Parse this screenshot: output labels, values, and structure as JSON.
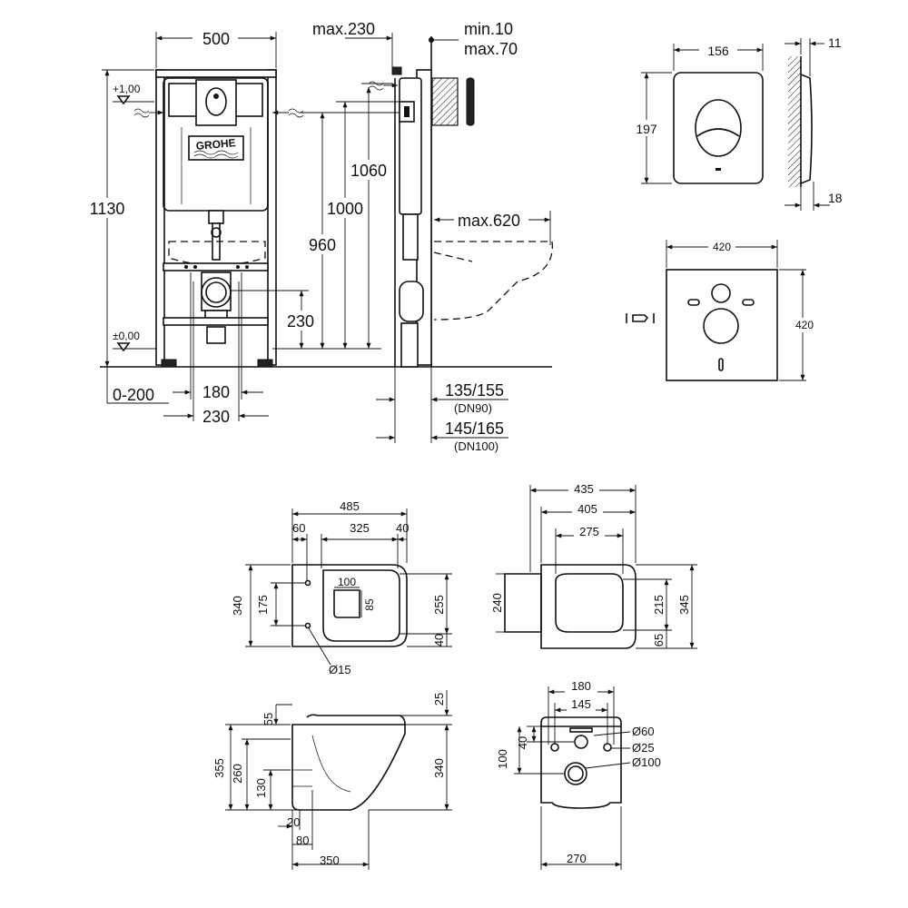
{
  "frame_front": {
    "width": "500",
    "height": "1130",
    "level_top": "+1,00",
    "level_floor": "±0,00",
    "h_230": "230",
    "w_180": "180",
    "w_230": "230",
    "offset": "0-200",
    "brand": "GROHE"
  },
  "frame_side": {
    "max_depth": "max.230",
    "plate_min": "min.10",
    "plate_max": "max.70",
    "h_1060": "1060",
    "h_1000": "1000",
    "h_960": "960",
    "max_620": "max.620",
    "pipe_1": "135/155",
    "pipe_1_note": "(DN90)",
    "pipe_2": "145/165",
    "pipe_2_note": "(DN100)"
  },
  "flush_plate": {
    "width": "156",
    "height": "197",
    "depth_top": "11",
    "depth_bottom": "18"
  },
  "sound_pad": {
    "width": "420",
    "height": "420"
  },
  "wc_top": {
    "total": "485",
    "d_60": "60",
    "d_325": "325",
    "d_40": "40",
    "d_100": "100",
    "d_85": "85",
    "d_340": "340",
    "d_175": "175",
    "d_255": "255",
    "d_40b": "40",
    "hole": "Ø15"
  },
  "seat_top": {
    "d_435": "435",
    "d_405": "405",
    "d_275": "275",
    "d_240": "240",
    "d_215": "215",
    "d_345": "345",
    "d_65": "65"
  },
  "wc_side": {
    "d_25": "25",
    "d_55": "55",
    "d_355": "355",
    "d_260": "260",
    "d_130": "130",
    "d_340": "340",
    "d_20": "20",
    "d_80": "80",
    "d_350": "350"
  },
  "wc_back": {
    "d_180": "180",
    "d_145": "145",
    "d_40": "40",
    "d_100": "100",
    "hole_60": "Ø60",
    "hole_25": "Ø25",
    "hole_100": "Ø100",
    "d_270": "270"
  }
}
